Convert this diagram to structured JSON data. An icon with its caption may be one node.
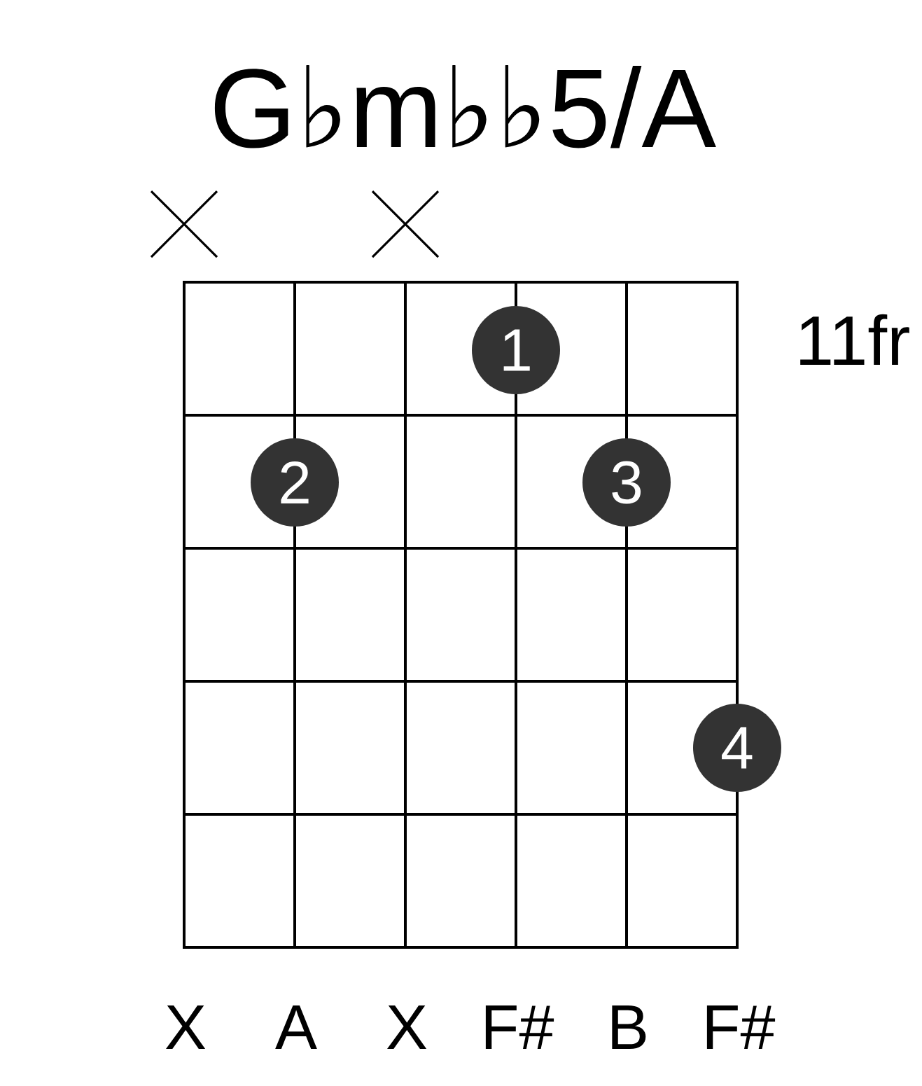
{
  "diagram": {
    "title": "G♭m♭♭5/A",
    "nodes": [
      {
        "text": [
          "1"
        ]
      },
      {
        "text": [
          "2"
        ]
      },
      {
        "text": [
          "3"
        ]
      },
      {
        "text": [
          "4"
        ]
      }
    ],
    "labels": [
      "11fr",
      "X",
      "A",
      "X",
      "F#",
      "B",
      "F#"
    ]
  }
}
